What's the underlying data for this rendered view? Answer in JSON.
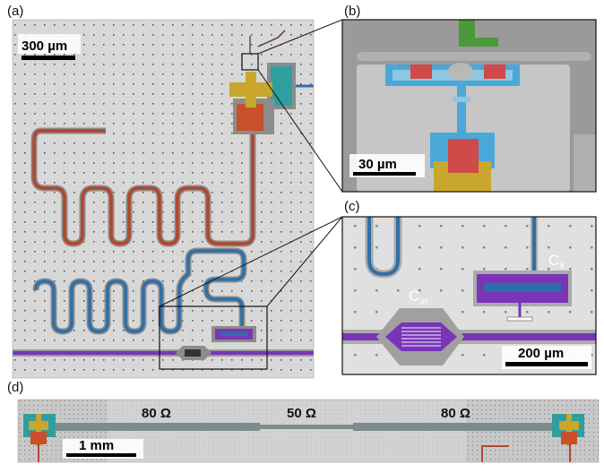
{
  "panels": {
    "a": {
      "label": "(a)",
      "scale_bar": "300 µm"
    },
    "b": {
      "label": "(b)",
      "scale_bar": "30 µm"
    },
    "c": {
      "label": "(c)",
      "scale_bar": "200 µm",
      "cap_in": "C",
      "cap_in_sub": "in",
      "cap_k": "C",
      "cap_k_sub": "k"
    },
    "d": {
      "label": "(d)",
      "scale_bar": "1 mm",
      "impedances": [
        "80 Ω",
        "50 Ω",
        "80 Ω"
      ]
    }
  },
  "colors": {
    "substrate": "#c8c8c8",
    "resonator_red": "#b4462a",
    "resonator_blue": "#2f6fa8",
    "feedline_purple": "#7a34b8",
    "transmon_yellow": "#c9a62c",
    "teal": "#2f9ea0",
    "light_blue": "#4aa8d8",
    "green": "#4a9a3a"
  }
}
